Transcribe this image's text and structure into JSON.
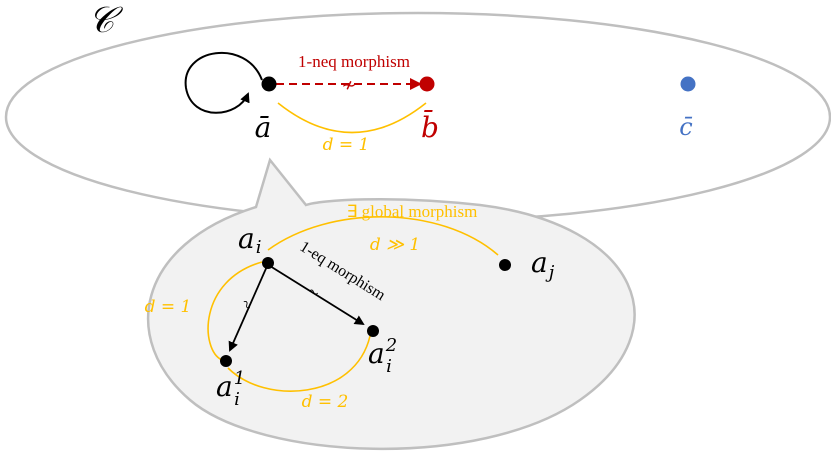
{
  "category": {
    "label": "𝒞",
    "objects": [
      {
        "id": "a",
        "label": "ā",
        "color": "#000000"
      },
      {
        "id": "b",
        "label": "b̄",
        "color": "#c00000"
      },
      {
        "id": "c",
        "label": "c̄",
        "color": "#4472c4"
      }
    ],
    "morphism": {
      "label": "1-neq morphism",
      "symbol": "≁",
      "color": "#c00000"
    },
    "distance": {
      "label": "d = 1",
      "color": "#ffc000"
    }
  },
  "bubble": {
    "fill": "#f2f2f2",
    "points": [
      {
        "id": "ai",
        "label": "a",
        "sub": "i",
        "sup": ""
      },
      {
        "id": "aj",
        "label": "a",
        "sub": "j",
        "sup": ""
      },
      {
        "id": "ai1",
        "label": "a",
        "sub": "i",
        "sup": "1"
      },
      {
        "id": "ai2",
        "label": "a",
        "sub": "i",
        "sup": "2"
      }
    ],
    "global_morphism": {
      "label": "∃ global morphism",
      "distance": "d ≫ 1"
    },
    "eq_morphism": {
      "label": "1-eq morphism",
      "symbol": "~"
    },
    "left_morphism_symbol": "~",
    "left_distance": "d = 1",
    "bottom_distance": "d = 2"
  }
}
